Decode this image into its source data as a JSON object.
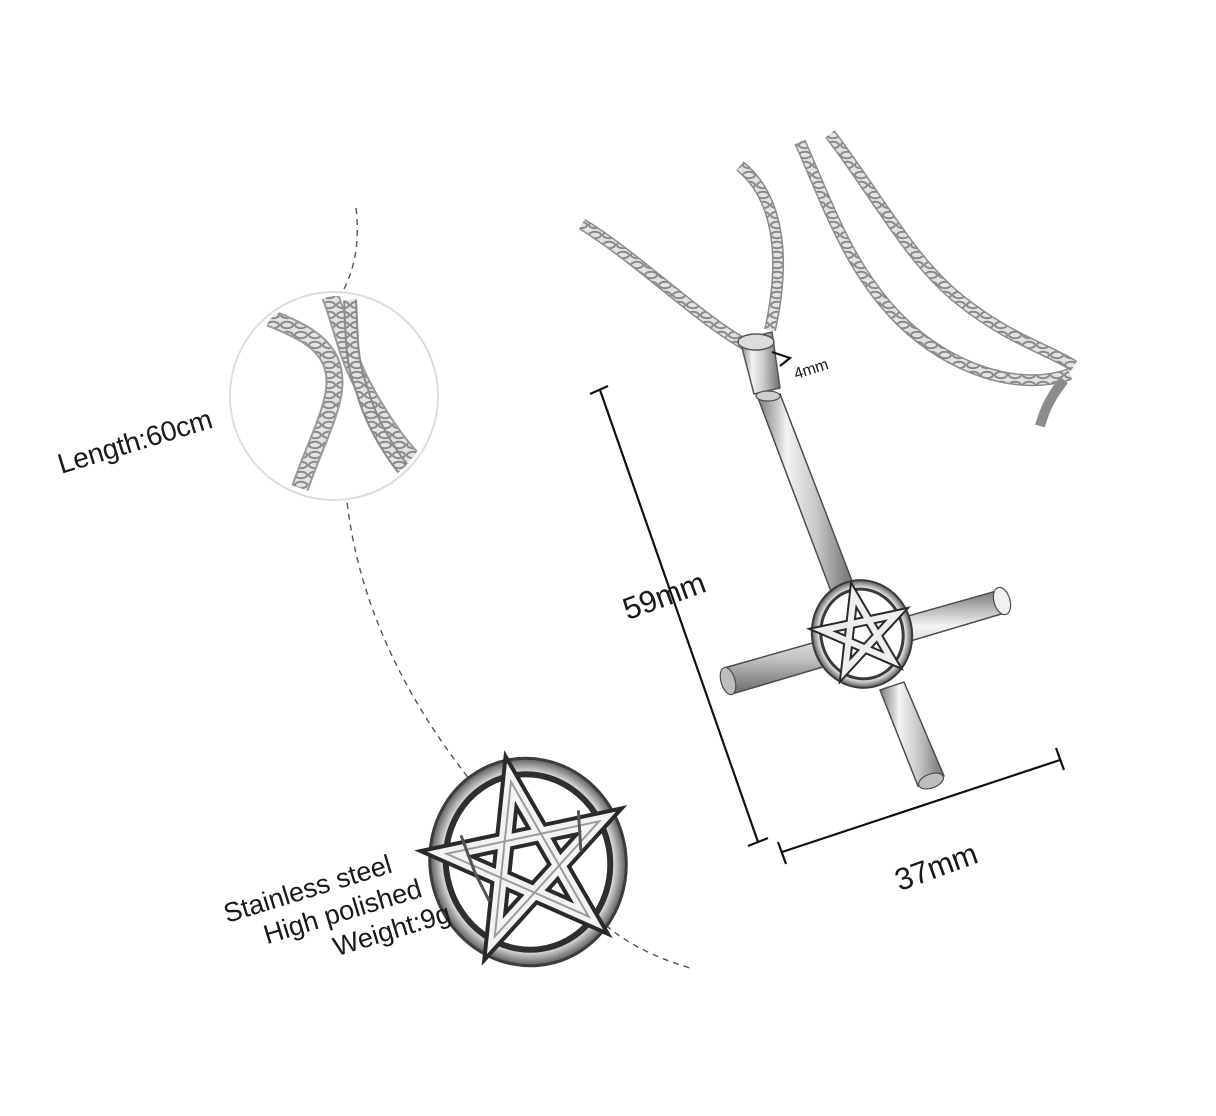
{
  "product": {
    "length_label": "Length:60cm",
    "specs": {
      "material": "Stainless steel",
      "finish": "High polished",
      "weight": "Weight:9g"
    },
    "dimensions": {
      "height": "59mm",
      "width": "37mm",
      "bail": "4mm"
    }
  },
  "colors": {
    "background": "#ffffff",
    "steel_light": "#e6e6e6",
    "steel_mid": "#b8b8b8",
    "steel_dark": "#4a4a4a",
    "line": "#222222",
    "dashed": "#555555"
  }
}
